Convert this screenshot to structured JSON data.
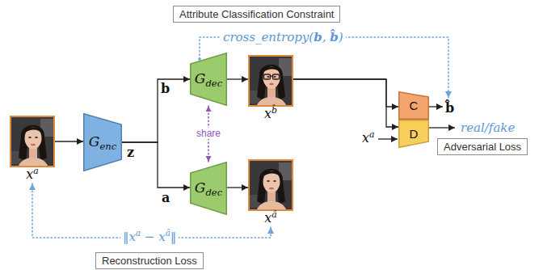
{
  "diagram": {
    "nodes": [
      {
        "text": [
          "Attribute Classification Constraint"
        ]
      },
      {
        "text": [
          "xa"
        ]
      },
      {
        "text": [
          "Genc"
        ]
      },
      {
        "text": [
          "Gdec"
        ]
      },
      {
        "text": [
          "xb̂"
        ]
      },
      {
        "text": [
          "Gdec"
        ]
      },
      {
        "text": [
          "xâ"
        ]
      },
      {
        "text": [
          "C"
        ]
      },
      {
        "text": [
          "D"
        ]
      },
      {
        "text": [
          "Adversarial Loss"
        ]
      },
      {
        "text": [
          "Reconstruction Loss"
        ]
      }
    ],
    "edges": [
      {
        "from": 1,
        "to": 2,
        "arrow": "to"
      },
      {
        "from": 2,
        "to": 3,
        "label": "b",
        "arrow": "to"
      },
      {
        "from": 2,
        "to": 5,
        "label": "a",
        "arrow": "to"
      },
      {
        "from": 3,
        "to": 4,
        "arrow": "to"
      },
      {
        "from": 5,
        "to": 6,
        "arrow": "to"
      },
      {
        "from": 4,
        "to": 7,
        "arrow": "to"
      },
      {
        "from": 4,
        "to": 8,
        "arrow": "to"
      },
      {
        "from": 3,
        "to": 5,
        "label": "share",
        "arrow": "both"
      },
      {
        "from": 6,
        "to": 1,
        "label": "‖xa − xâ‖",
        "arrow": "both"
      }
    ],
    "labels": [
      "z",
      "cross_entropy(b, b̂)",
      "b̂",
      "real/fake",
      "xa"
    ]
  }
}
